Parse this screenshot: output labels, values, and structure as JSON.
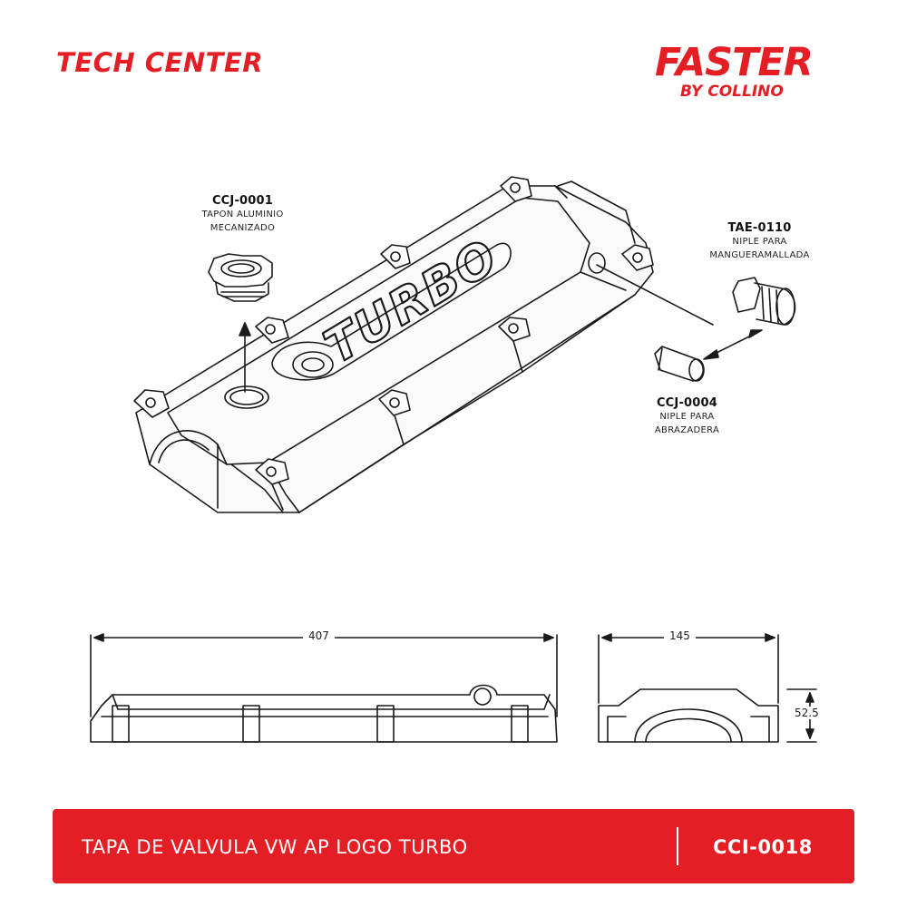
{
  "header": {
    "tech_center": "TECH CENTER",
    "brand": "FASTER",
    "brand_sub": "BY COLLINO"
  },
  "colors": {
    "accent": "#e31e24",
    "line": "#1a1a1a"
  },
  "parts": [
    {
      "code": "CCJ-0001",
      "desc1": "TAPON ALUMINIO",
      "desc2": "MECANIZADO"
    },
    {
      "code": "TAE-0110",
      "desc1": "NIPLE PARA",
      "desc2": "MANGUERAMALLADA"
    },
    {
      "code": "CCJ-0004",
      "desc1": "NIPLE PARA",
      "desc2": "ABRAZADERA"
    }
  ],
  "emboss_text": "TURBO",
  "dimensions": {
    "length": "407",
    "width": "145",
    "height": "52.5"
  },
  "footer": {
    "title": "TAPA DE VALVULA VW AP LOGO TURBO",
    "code": "CCI-0018"
  }
}
